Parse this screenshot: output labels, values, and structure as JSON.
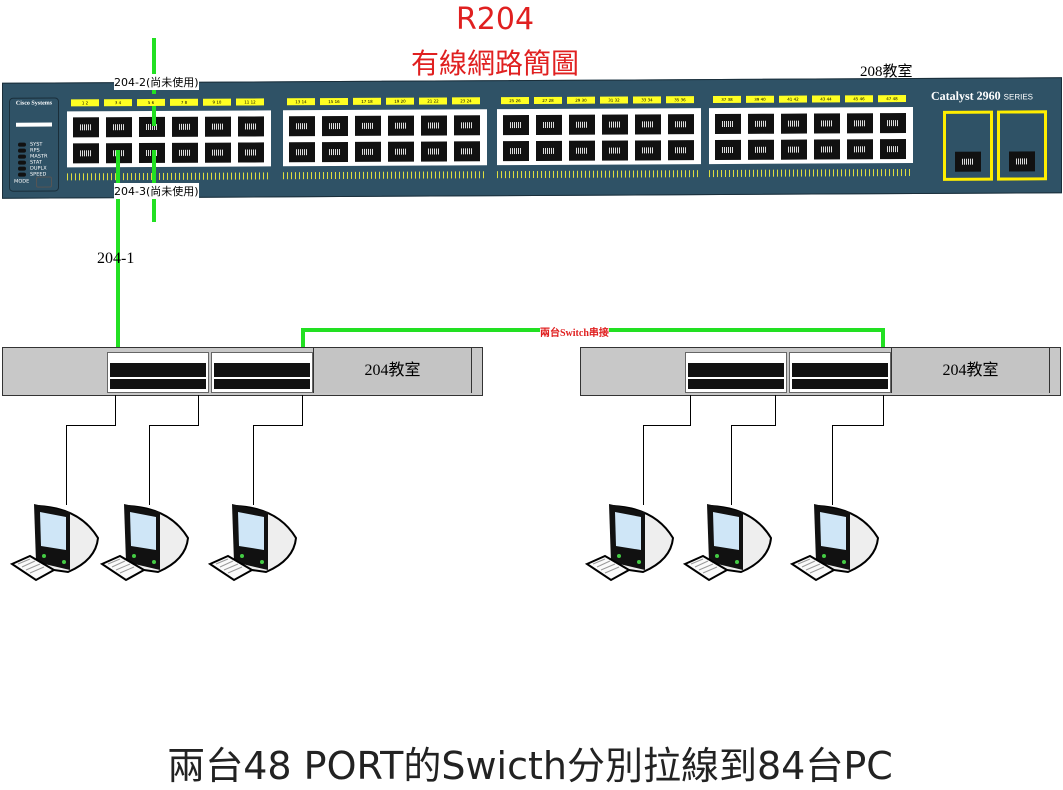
{
  "title": "R204",
  "subtitle": "有線網路簡圖",
  "core_switch": {
    "room": "208教室",
    "model": "Catalyst 2960",
    "series": "SERIES",
    "brand": "Cisco Systems",
    "leds": [
      "SYST",
      "RPS",
      "MASTR",
      "STAT",
      "DUPLX",
      "SPEED"
    ],
    "mode_label": "MODE",
    "port_labels": [
      "1 2",
      "3 4",
      "5 6",
      "7 8",
      "9 10",
      "11 12",
      "13 14",
      "15 16",
      "17 18",
      "19 20",
      "21 22",
      "23 24",
      "25 26",
      "27 28",
      "29 30",
      "31 32",
      "33 34",
      "35 36",
      "37 38",
      "39 40",
      "41 42",
      "43 44",
      "45 46",
      "47 48"
    ],
    "uplinks": [
      "1",
      "2"
    ]
  },
  "links": {
    "l1": "204-1",
    "l2": "204-2(尚未使用)",
    "l3": "204-3(尚未使用)",
    "chain": "兩台Switch串接"
  },
  "access_switches": [
    {
      "room": "204教室"
    },
    {
      "room": "204教室"
    }
  ],
  "footer": "兩台48 PORT的Swicth分別拉線到84台PC",
  "colors": {
    "link": "#22e022",
    "title": "#e02020",
    "switch": "#2f5266"
  }
}
